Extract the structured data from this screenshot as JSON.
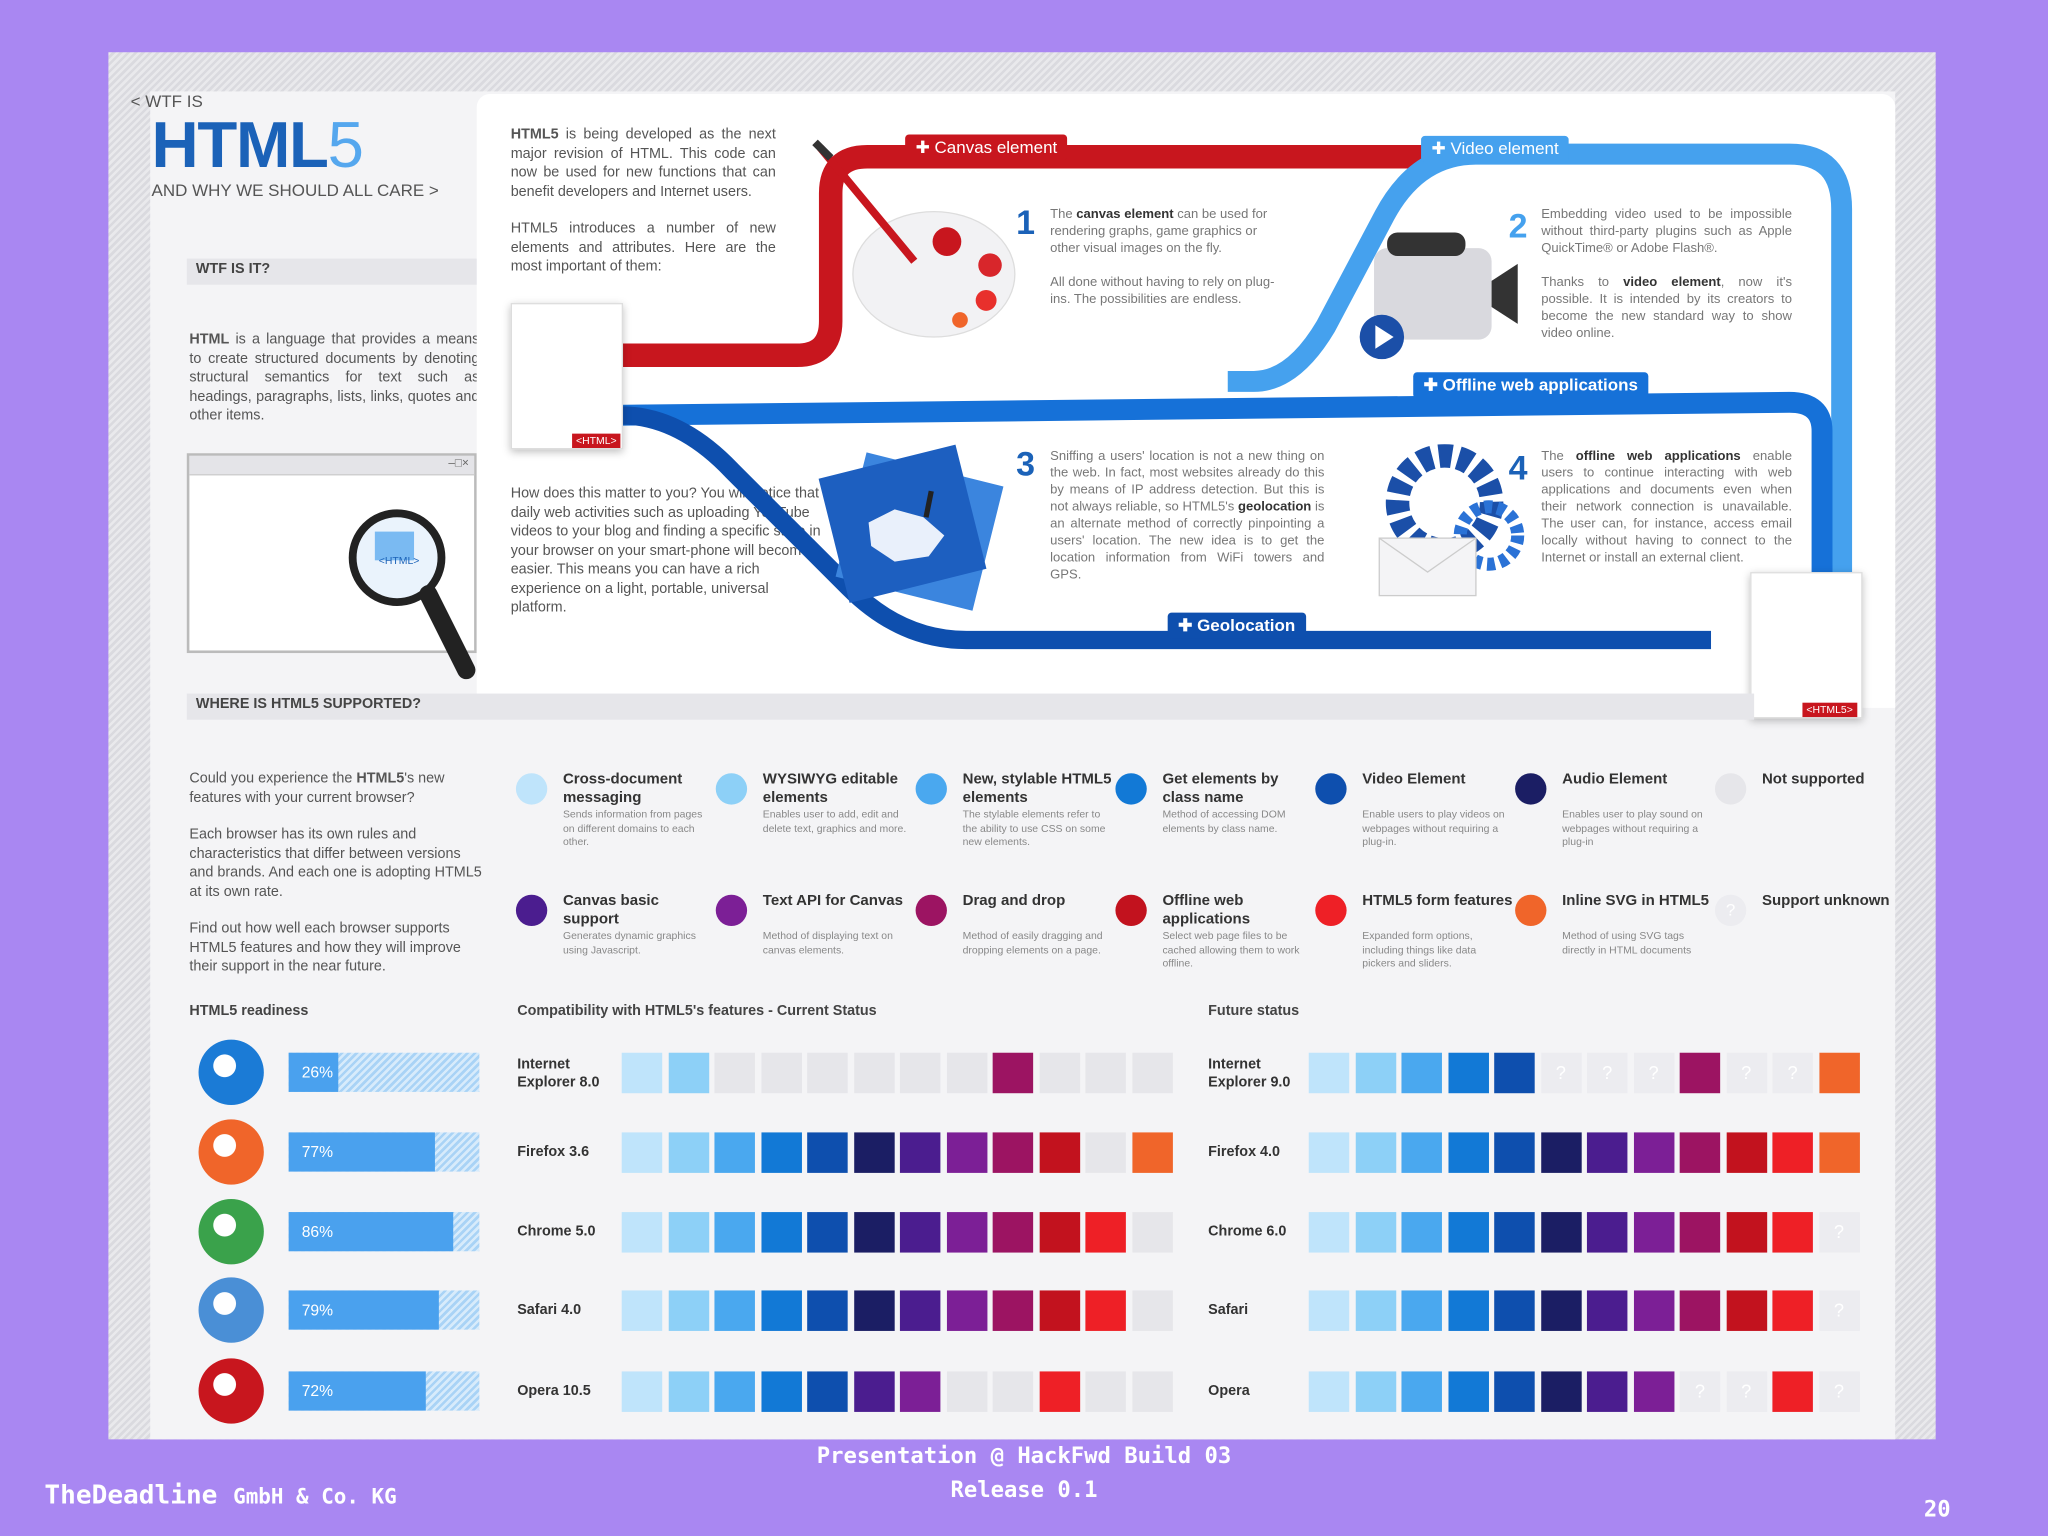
{
  "header": {
    "pre": "< WTF IS",
    "logo": "HTML5",
    "tagline": "AND WHY WE SHOULD ALL CARE >"
  },
  "wtf": {
    "heading": "WTF IS IT?",
    "text_bold": "HTML",
    "text": "is a language that provides a means to create structured documents by denoting structural semantics for text such as headings, paragraphs, lists, links, quotes and other items.",
    "window_controls": "–□×",
    "magnifier_tag": "<HTML>"
  },
  "intro": {
    "p1_bold": "HTML5",
    "p1": "is being developed as the next major revision of HTML. This code can now be used for new functions that can benefit developers and Internet users.",
    "p2": "HTML5 introduces a number of new elements and attributes. Here are the most important of them:",
    "p3": "How does this matter to you? You will notice that daily web activities such as uploading YouTube videos to your blog and finding a specific store in your browser on your smart-phone will become easier. This means you can have a rich experience on a light, portable, universal platform.",
    "html_tag": "<HTML>",
    "html5_tag": "<HTML5>"
  },
  "elements": [
    {
      "num": "1",
      "label": "Canvas element",
      "pre": "The",
      "bold": "canvas element",
      "text": "can be used for rendering graphs, game graphics or other visual images on the fly.",
      "text2": "All done without having to rely on plug-ins. The possibilities are endless."
    },
    {
      "num": "2",
      "label": "Video element",
      "text": "Embedding video used to be impossible without third-party plugins such as Apple QuickTime® or Adobe Flash®.",
      "pre2": "Thanks to",
      "bold2": "video element",
      "text2": ", now it's possible. It is intended by its creators to become the new standard way to show video online."
    },
    {
      "num": "3",
      "label": "Geolocation",
      "text": "Sniffing a users' location is not a new thing on the web. In fact, most websites already do this by means of IP address detection. But this is not always reliable, so HTML5's",
      "bold": "geolocation",
      "text2": "is an alternate method of correctly pinpointing a users' location. The new idea is to get the location information from WiFi towers and GPS."
    },
    {
      "num": "4",
      "label": "Offline web applications",
      "pre": "The",
      "bold": "offline web applications",
      "text": "enable users to continue interacting with web applications and documents even when their network connection is unavailable. The user can, for instance, access email locally without having to connect to the Internet or install an external client."
    }
  ],
  "support": {
    "heading": "WHERE IS HTML5 SUPPORTED?",
    "q_pre": "Could you experience the",
    "q_bold": "HTML5",
    "q_post": "'s new features with your current browser?",
    "p2": "Each browser has its own rules and characteristics that differ between versions and brands. And each one is adopting HTML5 at its own rate.",
    "p3": "Find out how well each browser supports HTML5 features and how they will improve their support in the near future."
  },
  "features": [
    {
      "title": "Cross-document messaging",
      "desc": "Sends information from pages on different domains to each other.",
      "color": "#bfe4fb"
    },
    {
      "title": "WYSIWYG editable elements",
      "desc": "Enables user to add, edit and delete text, graphics and more.",
      "color": "#8dd0f7"
    },
    {
      "title": "New, stylable HTML5 elements",
      "desc": "The stylable elements refer to the ability to use CSS on some new elements.",
      "color": "#4aa8ef"
    },
    {
      "title": "Get elements by class name",
      "desc": "Method of accessing DOM elements by class name.",
      "color": "#1279d6"
    },
    {
      "title": "Video Element",
      "desc": "Enable users to play videos on webpages without requiring a plug-in.",
      "color": "#0e4fae"
    },
    {
      "title": "Audio Element",
      "desc": "Enables user to play sound on webpages without requiring a plug-in",
      "color": "#1b1e64"
    },
    {
      "title": "Not supported",
      "desc": "",
      "color": "#e6e6ea"
    },
    {
      "title": "Canvas basic support",
      "desc": "Generates dynamic graphics using Javascript.",
      "color": "#4b1d8f"
    },
    {
      "title": "Text API for Canvas",
      "desc": "Method of displaying text on canvas elements.",
      "color": "#7c1f96"
    },
    {
      "title": "Drag and drop",
      "desc": "Method of easily dragging and dropping elements on a page.",
      "color": "#9c1462"
    },
    {
      "title": "Offline web applications",
      "desc": "Select web page files to be cached allowing them to work offline.",
      "color": "#c2121e"
    },
    {
      "title": "HTML5 form features",
      "desc": "Expanded form options, including things like data pickers and sliders.",
      "color": "#ee2026"
    },
    {
      "title": "Inline SVG in HTML5",
      "desc": "Method of using SVG tags directly in HTML documents",
      "color": "#f0652a"
    },
    {
      "title": "Support unknown",
      "desc": "",
      "color": "#ececf0"
    }
  ],
  "table": {
    "readiness_title": "HTML5 readiness",
    "current_title": "Compatibility with HTML5's features - Current Status",
    "future_title": "Future status",
    "browsers": [
      {
        "icon": "ie-icon",
        "percent": 26,
        "percent_label": "26%",
        "current_name": "Internet Explorer 8.0",
        "future_name": "Internet Explorer 9.0",
        "current": [
          0,
          1,
          6,
          6,
          6,
          6,
          6,
          6,
          9,
          6,
          6,
          6
        ],
        "future": [
          0,
          1,
          2,
          3,
          4,
          13,
          13,
          13,
          9,
          13,
          13,
          12
        ]
      },
      {
        "icon": "firefox-icon",
        "percent": 77,
        "percent_label": "77%",
        "current_name": "Firefox 3.6",
        "future_name": "Firefox 4.0",
        "current": [
          0,
          1,
          2,
          3,
          4,
          5,
          7,
          8,
          9,
          10,
          6,
          12
        ],
        "future": [
          0,
          1,
          2,
          3,
          4,
          5,
          7,
          8,
          9,
          10,
          11,
          12
        ]
      },
      {
        "icon": "chrome-icon",
        "percent": 86,
        "percent_label": "86%",
        "current_name": "Chrome 5.0",
        "future_name": "Chrome 6.0",
        "current": [
          0,
          1,
          2,
          3,
          4,
          5,
          7,
          8,
          9,
          10,
          11,
          6
        ],
        "future": [
          0,
          1,
          2,
          3,
          4,
          5,
          7,
          8,
          9,
          10,
          11,
          13
        ]
      },
      {
        "icon": "safari-icon",
        "percent": 79,
        "percent_label": "79%",
        "current_name": "Safari 4.0",
        "future_name": "Safari",
        "current": [
          0,
          1,
          2,
          3,
          4,
          5,
          7,
          8,
          9,
          10,
          11,
          6
        ],
        "future": [
          0,
          1,
          2,
          3,
          4,
          5,
          7,
          8,
          9,
          10,
          11,
          13
        ]
      },
      {
        "icon": "opera-icon",
        "percent": 72,
        "percent_label": "72%",
        "current_name": "Opera 10.5",
        "future_name": "Opera",
        "current": [
          0,
          1,
          2,
          3,
          4,
          7,
          8,
          6,
          6,
          11,
          6,
          6
        ],
        "future": [
          0,
          1,
          2,
          3,
          4,
          5,
          7,
          8,
          13,
          13,
          11,
          13
        ]
      }
    ]
  },
  "footer": {
    "company_bold": "TheDeadline",
    "company_rest": "GmbH & Co. KG",
    "line1": "Presentation @ HackFwd Build 03",
    "line2": "Release 0.1",
    "page": "20"
  }
}
